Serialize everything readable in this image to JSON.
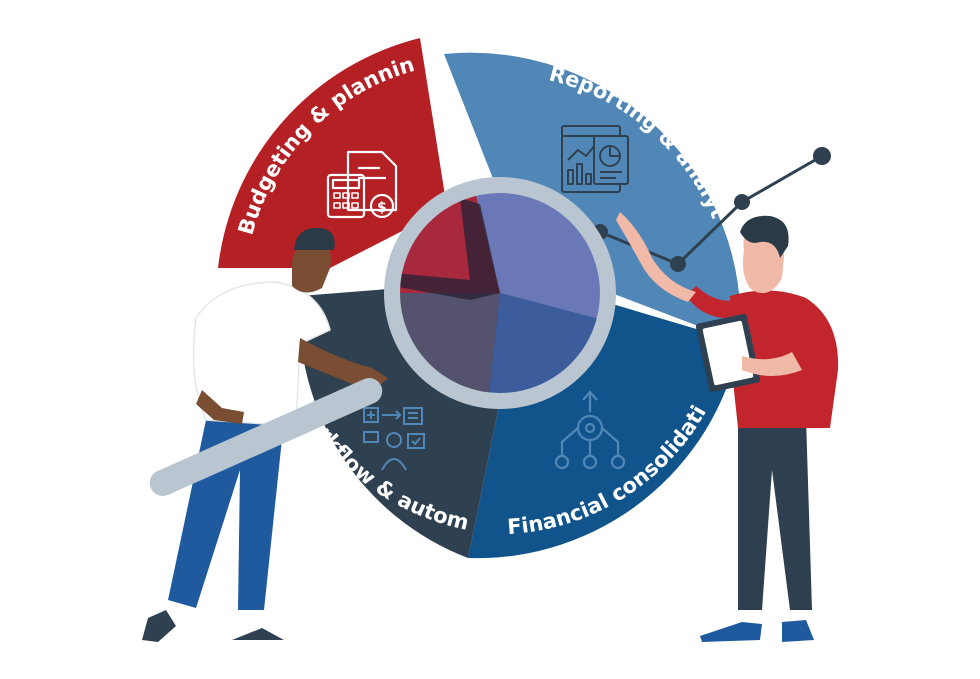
{
  "segments": [
    {
      "id": "budgeting",
      "label": "Budgeting & planning",
      "color": "#b52025",
      "icon": "calculator-invoice-icon"
    },
    {
      "id": "reporting",
      "label": "Reporting & analytics",
      "color": "#5187b6",
      "icon": "dashboard-report-icon"
    },
    {
      "id": "consolidation",
      "label": "Financial consolidation",
      "color": "#11538b",
      "icon": "hierarchy-gear-icon"
    },
    {
      "id": "workflow",
      "label": "Workflow & automation",
      "color": "#2f4150",
      "icon": "workflow-person-icon"
    }
  ],
  "colors": {
    "lens_rim": "#b9c6d1",
    "lens_tint": "#5a66a8",
    "shirt_red": "#c2262c",
    "pants_blue": "#1f5a9e",
    "pants_dark": "#2e3f4f",
    "skin_dark": "#7a4e33",
    "skin_light": "#f1b9a7",
    "hair_dark": "#2a3a46"
  }
}
